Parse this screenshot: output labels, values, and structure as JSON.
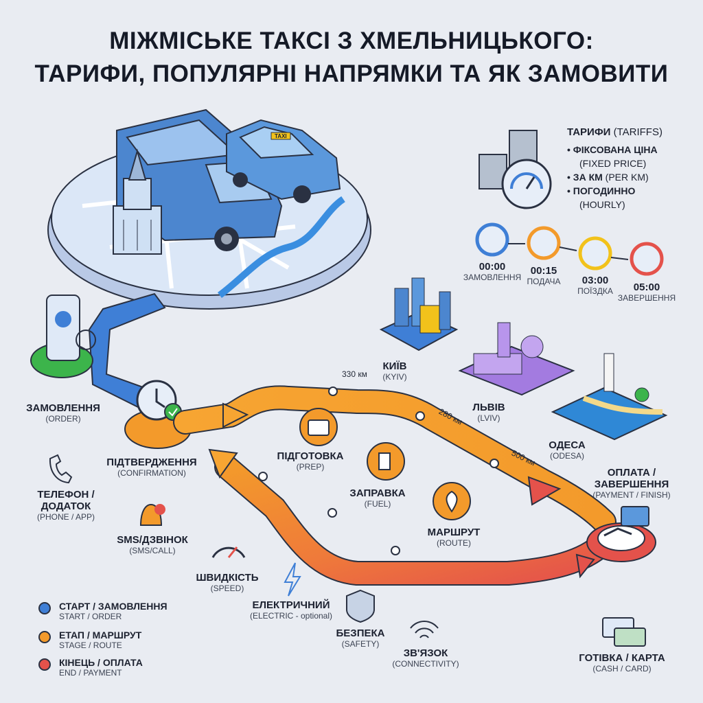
{
  "title": {
    "line1": "МІЖМІСЬКЕ ТАКСІ З ХМЕЛЬНИЦЬКОГО:",
    "line2": "ТАРИФИ, ПОПУЛЯРНІ НАПРЯМКИ ТА ЯК ЗАМОВИТИ"
  },
  "tariffs": {
    "heading": "ТАРИФИ",
    "heading_sub": "(TARIFFS)",
    "items": [
      {
        "label": "ФІКСОВАНА ЦІНА",
        "sub": "(FIXED PRICE)"
      },
      {
        "label": "ЗА КМ",
        "sub": "(PER KM)"
      },
      {
        "label": "ПОГОДИННО",
        "sub": "(HOURLY)"
      }
    ],
    "bullet": "•"
  },
  "timeline": [
    {
      "time": "00:00",
      "label": "ЗАМОВЛЕННЯ"
    },
    {
      "time": "00:15",
      "label": "ПОДАЧА"
    },
    {
      "time": "03:00",
      "label": "ПОЇЗДКА"
    },
    {
      "time": "05:00",
      "label": "ЗАВЕРШЕННЯ"
    }
  ],
  "taxi_sign": "TAXI",
  "cities": [
    {
      "name": "КИЇВ",
      "sub": "(KYIV)",
      "distance": "330 км"
    },
    {
      "name": "ЛЬВІВ",
      "sub": "(LVIV)",
      "distance": "280 км"
    },
    {
      "name": "ОДЕСА",
      "sub": "(ODESA)",
      "distance": "500 км"
    }
  ],
  "steps": {
    "order": {
      "label": "ЗАМОВЛЕННЯ",
      "sub": "(ORDER)"
    },
    "confirmation": {
      "label": "ПІДТВЕРДЖЕННЯ",
      "sub": "(CONFIRMATION)"
    },
    "prep": {
      "label": "ПІДГОТОВКА",
      "sub": "(PREP)"
    },
    "fuel": {
      "label": "ЗАПРАВКА",
      "sub": "(FUEL)"
    },
    "route": {
      "label": "МАРШРУТ",
      "sub": "(ROUTE)"
    },
    "payment": {
      "label1": "ОПЛАТА /",
      "label2": "ЗАВЕРШЕННЯ",
      "sub": "(PAYMENT / FINISH)"
    }
  },
  "features": {
    "phone": {
      "label1": "ТЕЛЕФОН /",
      "label2": "ДОДАТОК",
      "sub": "(PHONE / APP)"
    },
    "sms": {
      "label": "SMS/ДЗВІНОК",
      "sub": "(SMS/CALL)"
    },
    "speed": {
      "label": "ШВИДКІСТЬ",
      "sub": "(SPEED)"
    },
    "electric": {
      "label": "ЕЛЕКТРИЧНИЙ",
      "sub": "(ELECTRIC - optional)"
    },
    "safety": {
      "label": "БЕЗПЕКА",
      "sub": "(SAFETY)"
    },
    "connectivity": {
      "label": "ЗВ'ЯЗОК",
      "sub": "(CONNECTIVITY)"
    },
    "cash": {
      "label": "ГОТІВКА / КАРТА",
      "sub": "(CASH / CARD)"
    }
  },
  "legend": [
    {
      "label": "СТАРТ / ЗАМОВЛЕННЯ",
      "sub": "START / ORDER",
      "color": "#3f7fd6"
    },
    {
      "label": "ЕТАП / МАРШРУТ",
      "sub": "STAGE / ROUTE",
      "color": "#f39a2b"
    },
    {
      "label": "КІНЕЦЬ / ОПЛАТА",
      "sub": "END / PAYMENT",
      "color": "#e4524b"
    }
  ],
  "colors": {
    "blue": "#3f7fd6",
    "orange": "#f39a2b",
    "red": "#e4524b",
    "green": "#3cb44b"
  }
}
